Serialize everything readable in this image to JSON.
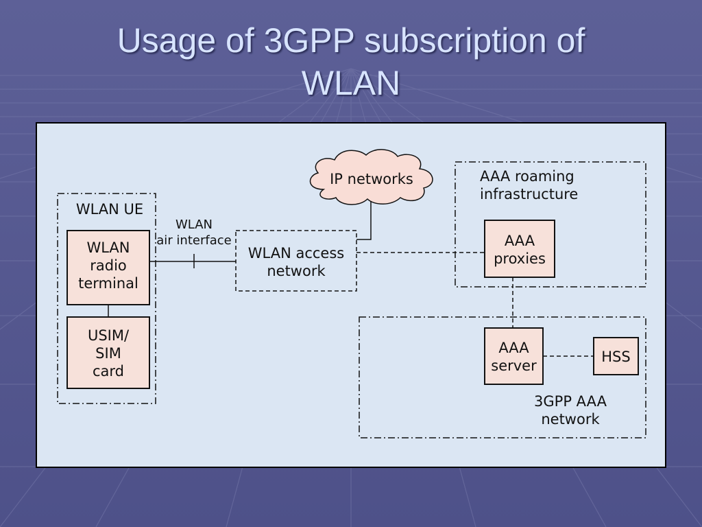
{
  "slide": {
    "title_line1": "Usage of 3GPP subscription of",
    "title_line2": "WLAN"
  },
  "diagram": {
    "wlan_ue": "WLAN UE",
    "radio_terminal": [
      "WLAN",
      "radio",
      "terminal"
    ],
    "usim_card": [
      "USIM/",
      "SIM",
      "card"
    ],
    "air_interface": [
      "WLAN",
      "air interface"
    ],
    "access_network": [
      "WLAN access",
      "network"
    ],
    "ip_networks": "IP networks",
    "roaming_infra": [
      "AAA roaming",
      "infrastructure"
    ],
    "aaa_proxies": [
      "AAA",
      "proxies"
    ],
    "aaa_server": [
      "AAA",
      "server"
    ],
    "hss": "HSS",
    "aaa_network": [
      "3GPP AAA",
      "network"
    ]
  },
  "colors": {
    "box_fill": "#f7e1da",
    "panel_fill": "#dbe6f3",
    "cloud_fill": "#f9ddd6"
  }
}
